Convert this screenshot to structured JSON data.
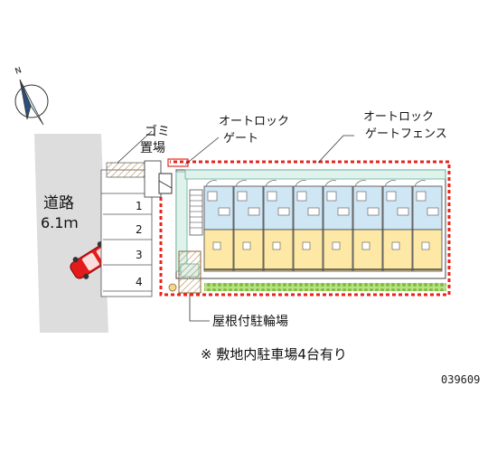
{
  "compass": {
    "north_label": "N",
    "icon": "compass-rose-icon"
  },
  "road": {
    "label": "道路",
    "width": "6.1ｍ"
  },
  "garbage": {
    "line1": "ゴミ",
    "line2": "置場"
  },
  "autolock_gate": {
    "line1": "オートロック",
    "line2": "ゲート"
  },
  "autolock_fence": {
    "line1": "オートロック",
    "line2": "ゲートフェンス"
  },
  "parking": {
    "spaces": [
      "1",
      "2",
      "3",
      "4"
    ]
  },
  "bicycle": {
    "label": "屋根付駐輪場"
  },
  "note": "※ 敷地内駐車場4台有り",
  "code": "039609",
  "colors": {
    "fence": "#e8241c",
    "road": "#dddddd",
    "unit_blue": "#cfe6f5",
    "unit_yellow": "#fde8a6",
    "car": "#e31b1b",
    "hedge": "#8cc63f",
    "path": "#dff3ec"
  }
}
